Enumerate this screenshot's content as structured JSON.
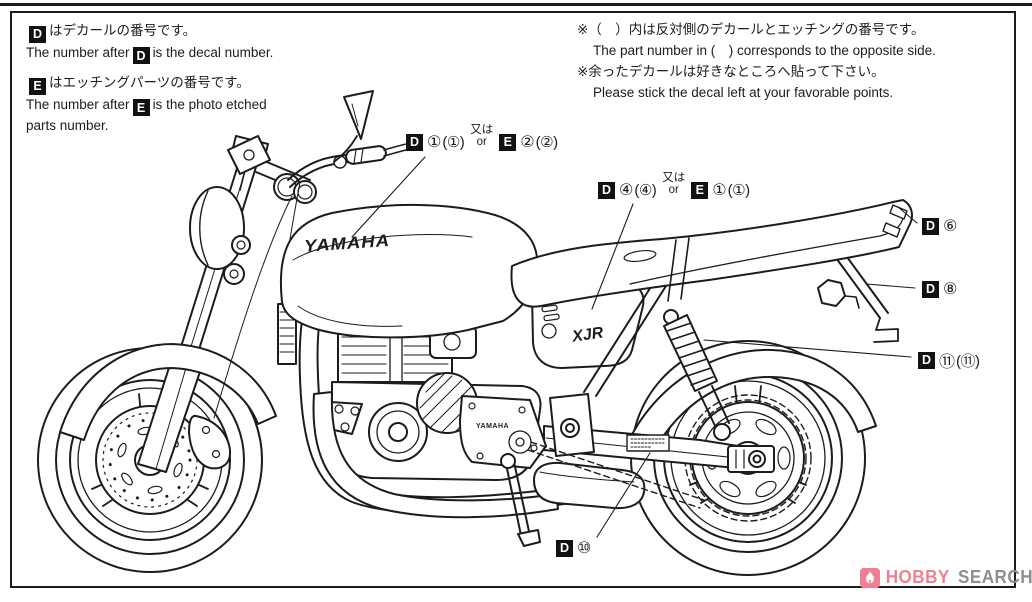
{
  "colors": {
    "line": "#1c1c1c",
    "paper": "#ffffff",
    "watermark_pink": "#ef8094",
    "watermark_gray": "#8e8e8e"
  },
  "badges": {
    "d": "D",
    "e": "E"
  },
  "legend_left": {
    "d_jp": "はデカールの番号です。",
    "d_en_pre": "The number after",
    "d_en_post": "is the decal number.",
    "e_jp": "はエッチングパーツの番号です。",
    "e_en_pre": "The number after",
    "e_en_post": "is the photo etched",
    "e_en_cont": "parts number."
  },
  "legend_right": {
    "note1_jp": "※（　）内は反対側のデカールとエッチングの番号です。",
    "note1_en": "The part number in (　) corresponds to the opposite side.",
    "note2_jp": "※余ったデカールは好きなところへ貼って下さい。",
    "note2_en": "Please stick the decal left at your favorable points."
  },
  "callouts": {
    "c1": {
      "num1": "①",
      "paren1": "(①)",
      "or_jp": "又は",
      "or_en": "or",
      "num2": "②",
      "paren2": "(②)"
    },
    "c2": {
      "num1": "④",
      "paren1": "(④)",
      "or_jp": "又は",
      "or_en": "or",
      "num2": "①",
      "paren2": "(①)"
    },
    "c3": {
      "num": "⑥"
    },
    "c4": {
      "num": "⑧"
    },
    "c5": {
      "num": "⑪",
      "paren": "(⑪)"
    },
    "c6": {
      "num": "⑩"
    }
  },
  "artwork": {
    "tank_logo": "YAMAHA",
    "side_logo": "XJR",
    "engine_logo": "YAMAHA"
  },
  "watermark": {
    "word1": "HOBBY",
    "word2": "SEARCH"
  }
}
